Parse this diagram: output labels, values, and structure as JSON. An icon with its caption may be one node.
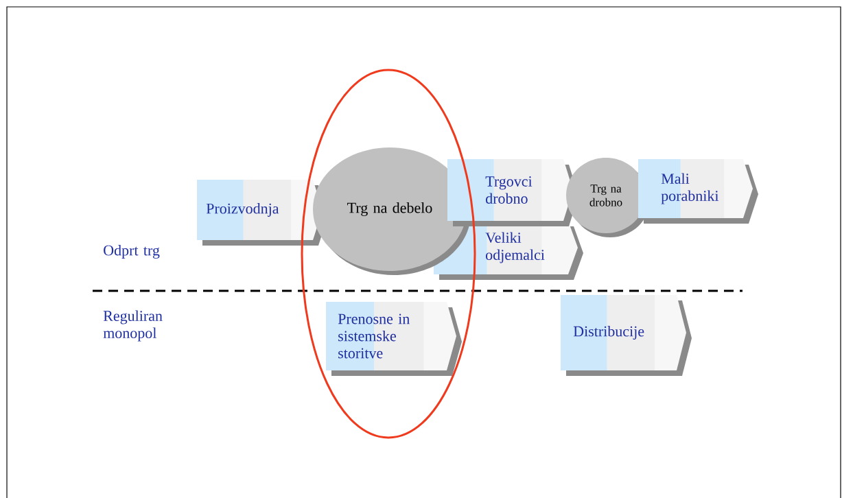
{
  "diagram": {
    "nodes": [
      {
        "text": [
          "Proizvodnja"
        ]
      },
      {
        "text": [
          "Trg na debelo"
        ]
      },
      {
        "text": [
          "Trgovci drobno"
        ]
      },
      {
        "text": [
          "Trg na drobno"
        ]
      },
      {
        "text": [
          "Mali porabniki"
        ]
      },
      {
        "text": [
          "Veliki odjemalci"
        ]
      },
      {
        "text": [
          "Prenosne in sistemske storitve"
        ]
      },
      {
        "text": [
          "Distribucije"
        ]
      }
    ],
    "labels": [
      "Odprt trg",
      "Reguliran monopol"
    ]
  }
}
